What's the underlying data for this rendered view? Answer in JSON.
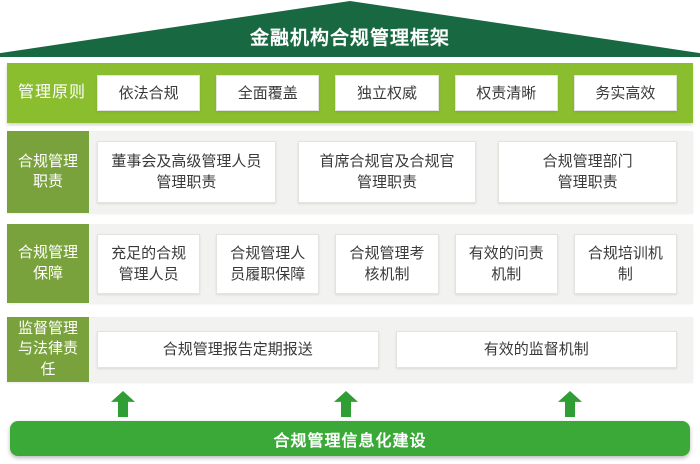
{
  "header": {
    "title": "金融机构合规管理框架"
  },
  "rows": [
    {
      "label": "管理原则",
      "items": [
        "依法合规",
        "全面覆盖",
        "独立权威",
        "权责清晰",
        "务实高效"
      ]
    },
    {
      "label": "合规管理\n职责",
      "items": [
        "董事会及高级管理人员\n管理职责",
        "首席合规官及合规官\n管理职责",
        "合规管理部门\n管理职责"
      ]
    },
    {
      "label": "合规管理\n保障",
      "items": [
        "充足的合规\n管理人员",
        "合规管理人\n员履职保障",
        "合规管理考\n核机制",
        "有效的问责\n机制",
        "合规培训机\n制"
      ]
    },
    {
      "label": "监督管理\n与法律责\n任",
      "items": [
        "合规管理报告定期报送",
        "有效的监督机制"
      ]
    }
  ],
  "footer": {
    "label": "合规管理信息化建设"
  },
  "colors": {
    "roof": "#186841",
    "lime": "#8abe2f",
    "label": "#7aa23c",
    "row_bg": "#f2f2f0",
    "arrow": "#2f9e35",
    "footer": "#3ba938"
  }
}
